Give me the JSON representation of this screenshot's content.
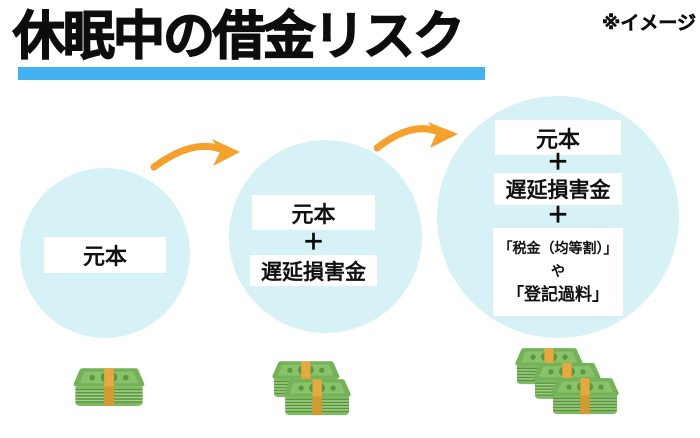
{
  "title": "休眠中の借金リスク",
  "note": "※イメージ",
  "plus_sign": "＋",
  "colors": {
    "title_underline_blue": "#44b1f0",
    "circle_fill_cyan": "#d6f2f6",
    "arrow_orange": "#f5a12c",
    "bill_green": "#74b258",
    "bill_green_light": "#88c36c",
    "bill_green_dark": "#5e9741",
    "band_orange": "#e6a83f",
    "text_black": "#0d0d0d"
  },
  "circles": [
    {
      "boxes": [
        {
          "lines": [
            "元本"
          ]
        }
      ]
    },
    {
      "boxes": [
        {
          "lines": [
            "元本"
          ]
        },
        {
          "lines": [
            "遅延損害金"
          ]
        }
      ]
    },
    {
      "boxes": [
        {
          "lines": [
            "元本"
          ]
        },
        {
          "lines": [
            "遅延損害金"
          ]
        },
        {
          "lines": [
            "「税金（均等割）」",
            "や",
            "「登記過料」"
          ]
        }
      ]
    }
  ],
  "money_groups": [
    {
      "stacks": 1
    },
    {
      "stacks": 2
    },
    {
      "stacks": 3
    }
  ],
  "icons": {
    "arrow": "curved-arrow-icon",
    "money": "money-stack-icon"
  }
}
